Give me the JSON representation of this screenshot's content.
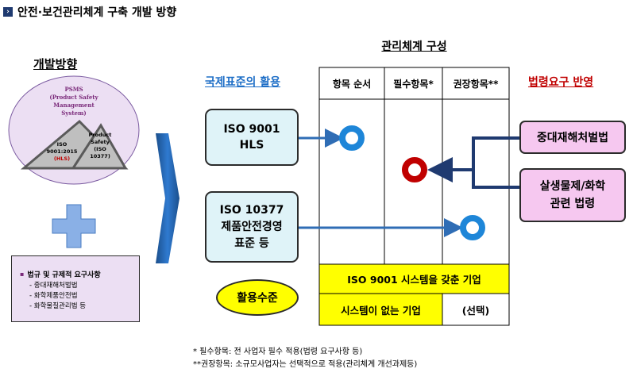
{
  "header": {
    "marker": "›",
    "title": "안전·보건관리체계 구축 개발 방향"
  },
  "left": {
    "heading": "개발방향",
    "circle": {
      "psms": "PSMS",
      "psms_full_1": "(Product Safety",
      "psms_full_2": "Management System)"
    },
    "tri1": {
      "l1": "ISO",
      "l2": "9001:2015",
      "l3": "(HLS)"
    },
    "tri2": {
      "l1": "Product",
      "l2": "Safety",
      "l3": "(ISO",
      "l4": "10377)"
    },
    "reg_box": {
      "title": "법규 및 규제적 요구사항",
      "items": [
        "- 중대재해처벌법",
        "- 화학제품안전법",
        "- 화학물질관리법 등"
      ]
    }
  },
  "middle": {
    "heading": "국제표준의 활용",
    "box1": {
      "l1": "ISO 9001",
      "l2": "HLS"
    },
    "box2": {
      "l1": "ISO 10377",
      "l2": "제품안전경영",
      "l3": "표준 등"
    },
    "level": "활용수준"
  },
  "table": {
    "heading": "관리체계 구성",
    "cols": [
      "항목 순서",
      "필수항목*",
      "권장항목**"
    ],
    "row_iso": "ISO 9001 시스템을 갖춘 기업",
    "row_none": "시스템이 없는 기업",
    "row_none_opt": "(선택)"
  },
  "right": {
    "heading": "법령요구 반영",
    "box1": "중대재해처벌법",
    "box2_l1": "살생물제/화학",
    "box2_l2": "관련 법령"
  },
  "notes": {
    "n1": "* 필수항목: 전 사업자 필수 적용(법령 요구사항 등)",
    "n2": "**권장항목: 소규모사업자는 선택적으로 적용(관리체계 개선과제등)"
  },
  "colors": {
    "navy": "#1f3a70",
    "blue_arrow": "#2f6db5",
    "red_text": "#c00000",
    "yellow": "#ffff00",
    "cyan_box": "#dff3f8",
    "pink_box": "#f6c8f0",
    "lav_circle": "#ecdff3"
  }
}
